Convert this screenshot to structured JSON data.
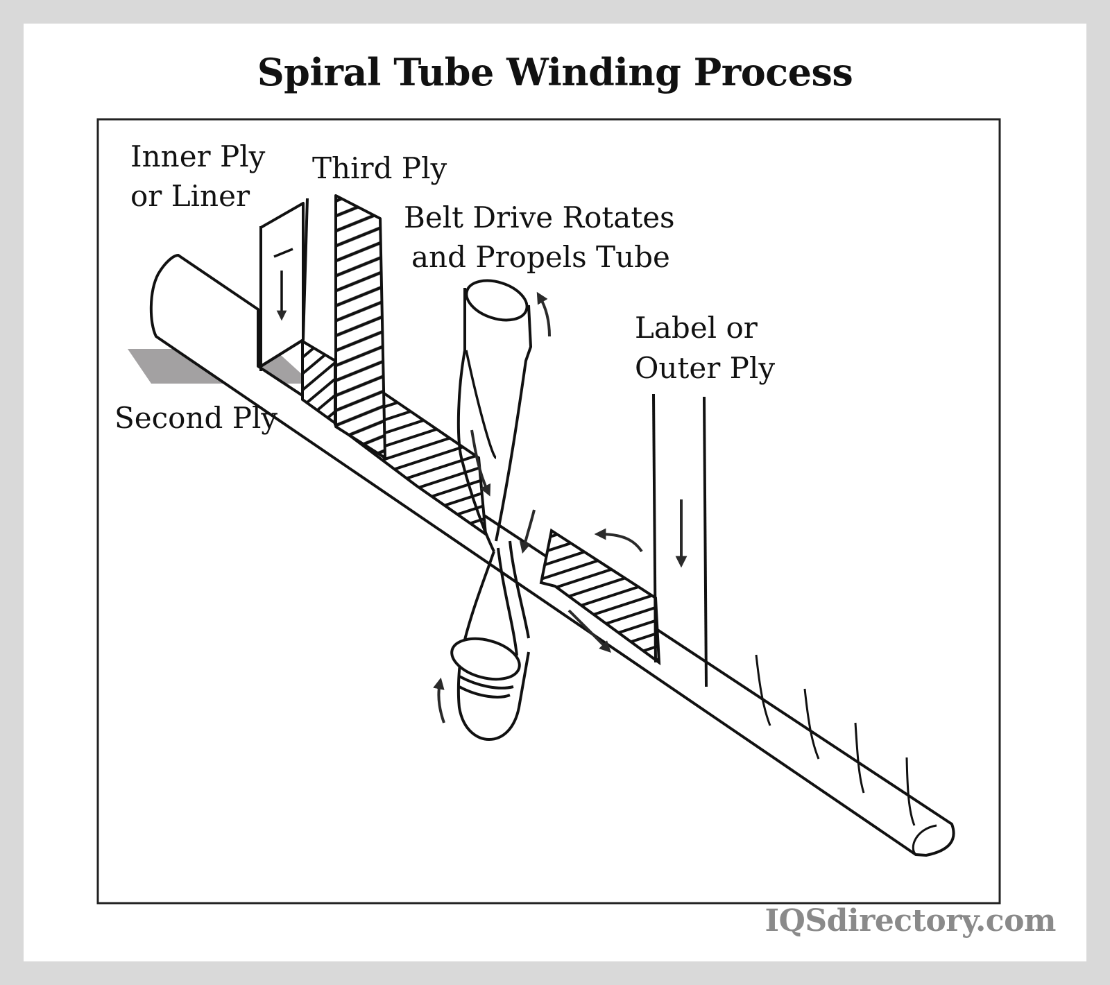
{
  "title": "Spiral Tube Winding Process",
  "labels": {
    "inner_ply_line1": "Inner Ply",
    "inner_ply_line2": "or Liner",
    "third_ply": "Third Ply",
    "belt_drive_line1": "Belt Drive Rotates",
    "belt_drive_line2": "and Propels Tube",
    "label_outer_line1": "Label or",
    "label_outer_line2": "Outer Ply",
    "second_ply": "Second Ply"
  },
  "watermark": "IQSdirectory.com",
  "colors": {
    "background": "#d9d9d9",
    "panel": "#ffffff",
    "ink": "#111111",
    "shadow": "#a3a1a2",
    "watermark": "#8a8a8a"
  }
}
